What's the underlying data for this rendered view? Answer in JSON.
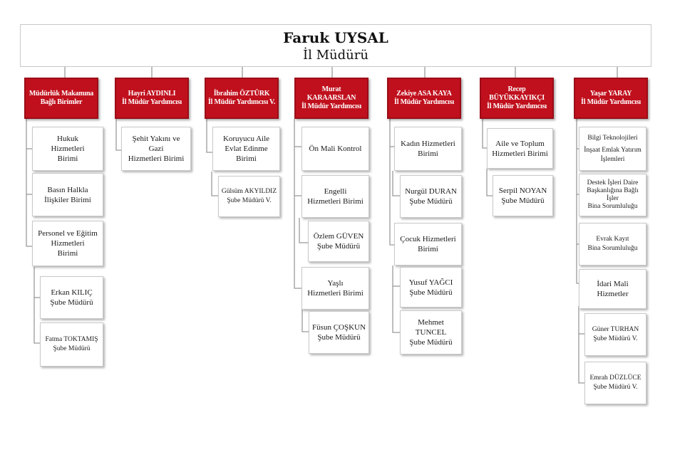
{
  "director": {
    "name": "Faruk UYSAL",
    "title": "İl Müdürü"
  },
  "columns": [
    {
      "head": [
        "Müdürlük Makamına",
        "Bağlı Birimler"
      ],
      "items": [
        [
          "Hukuk",
          "Hizmetleri",
          "Birimi"
        ],
        [
          "Basın Halkla",
          "İlişkiler Birimi"
        ],
        [
          "Personel ve Eğitim",
          "Hizmetleri",
          "Birimi"
        ],
        [
          "Erkan KILIÇ",
          "Şube Müdürü"
        ],
        [
          "Fatma TOKTAMIŞ",
          "Şube Müdürü"
        ]
      ]
    },
    {
      "head": [
        "Hayri AYDINLI",
        "İl Müdür Yardımcısı"
      ],
      "items": [
        [
          "Şehit Yakını ve",
          "Gazi",
          "Hizmetleri Birimi"
        ]
      ]
    },
    {
      "head": [
        "İbrahim ÖZTÜRK",
        "İl Müdür Yardımcısı V."
      ],
      "items": [
        [
          "Koruyucu Aile",
          "Evlat Edinme",
          "Birimi"
        ],
        [
          "Gülsüm AKYILDIZ",
          "Şube Müdürü V."
        ]
      ]
    },
    {
      "head": [
        "Murat",
        "KARAARSLAN",
        "İl Müdür Yardımcısı"
      ],
      "items": [
        [
          "Ön Mali Kontrol"
        ],
        [
          "Engelli",
          "Hizmetleri Birimi"
        ],
        [
          "Özlem GÜVEN",
          "Şube Müdürü"
        ],
        [
          "Yaşlı",
          "Hizmetleri Birimi"
        ],
        [
          "Füsun ÇOŞKUN",
          "Şube Müdürü"
        ]
      ]
    },
    {
      "head": [
        "Zekiye ASA KAYA",
        "İl Müdür Yardımcısı"
      ],
      "items": [
        [
          "Kadın Hizmetleri",
          "Birimi"
        ],
        [
          "Nurgül DURAN",
          "Şube Müdürü"
        ],
        [
          "Çocuk Hizmetleri",
          "Birimi"
        ],
        [
          "Yusuf YAĞCI",
          "Şube Müdürü"
        ],
        [
          "Mehmet",
          "TUNCEL",
          "Şube Müdürü"
        ]
      ]
    },
    {
      "head": [
        "Recep",
        "BÜYÜKKAYIKÇI",
        "İl Müdür Yardımcısı"
      ],
      "items": [
        [
          "Aile ve Toplum",
          "Hizmetleri Birimi"
        ],
        [
          "Serpil NOYAN",
          "Şube Müdürü"
        ]
      ]
    },
    {
      "head": [
        "Yaşar YARAY",
        "İl Müdür Yardımcısı"
      ],
      "items": [
        [
          "Bilgi Teknolojileri",
          "",
          "İnşaat Emlak Yatırım",
          "İşlemleri"
        ],
        [
          "Destek İşleri Daire",
          "Başkanlığına Bağlı",
          "İşler",
          "Bina Sorumluluğu"
        ],
        [
          "Evrak Kayıt",
          "Bina Sorumluluğu"
        ],
        [
          "İdari Mali",
          "Hizmetler"
        ],
        [
          "Güner TURHAN",
          "Şube Müdürü V."
        ],
        [
          "Emrah DÜZLÜCE",
          "Şube Müdürü V."
        ]
      ]
    }
  ]
}
